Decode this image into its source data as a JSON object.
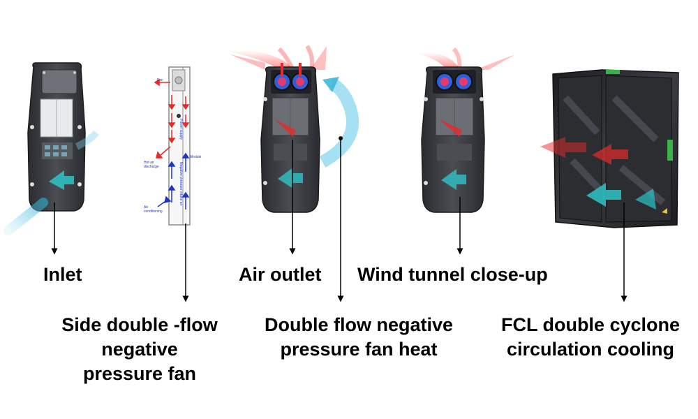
{
  "labels": {
    "inlet": "Inlet",
    "side_fan": [
      "Side double -flow",
      "negative",
      "pressure fan"
    ],
    "air_outlet": "Air outlet",
    "double_flow": [
      "Double flow negative",
      "pressure fan heat"
    ],
    "wind_tunnel": "Wind tunnel close-up",
    "fcl": [
      "FCL double cyclone",
      "circulation cooling"
    ]
  },
  "side_diagram": {
    "fan": "Fan",
    "power_supply": "Power supply",
    "hot_air_discharge": [
      "Hot air",
      "discharge"
    ],
    "module": "Module",
    "negative_pressure_intake": "Negative pressure intake air",
    "air_conditioning": [
      "Air",
      "conditioning"
    ]
  },
  "colors": {
    "hot_air": "#e52b2b",
    "cool_air": "#3fb8d8",
    "cool_arrow": "#1f9fbf",
    "cabinet": "#3a3c40",
    "fan_blue": "#2f5fd9",
    "diagram_blue": "#1b36c9"
  }
}
